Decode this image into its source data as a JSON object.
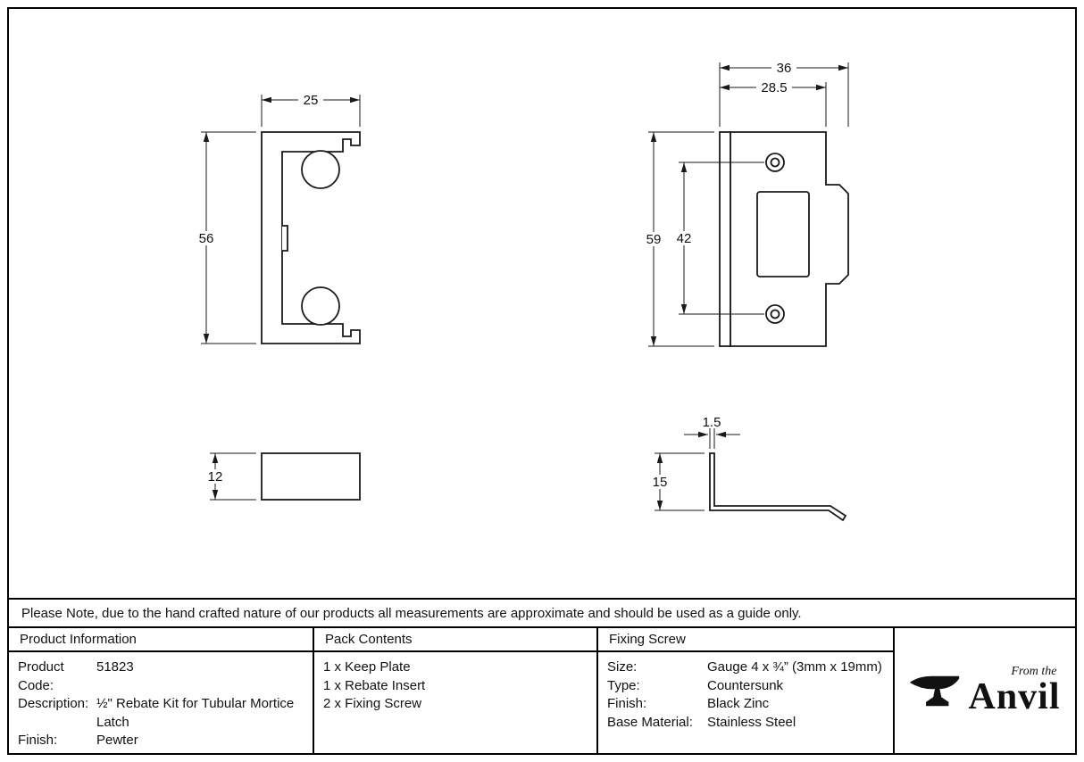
{
  "dimensions": {
    "insert_width": "25",
    "insert_height": "56",
    "plate_outer_width": "36",
    "plate_inner_width": "28.5",
    "plate_height": "59",
    "hole_spacing": "42",
    "insert_thickness": "12",
    "angle_thickness": "1.5",
    "angle_height": "15"
  },
  "note": "Please Note, due to the hand crafted nature of our products all measurements are approximate and should be used as a guide only.",
  "table": {
    "product": {
      "header": "Product Information",
      "rows": [
        {
          "label": "Product Code:",
          "value": "51823"
        },
        {
          "label": "Description:",
          "value": "½\" Rebate Kit for Tubular Mortice Latch"
        },
        {
          "label": "Finish:",
          "value": "Pewter"
        }
      ]
    },
    "pack": {
      "header": "Pack Contents",
      "items": [
        "1 x Keep Plate",
        "1 x Rebate Insert",
        "2 x Fixing Screw"
      ]
    },
    "screw": {
      "header": "Fixing Screw",
      "rows": [
        {
          "label": "Size:",
          "value": "Gauge 4 x ¾” (3mm x 19mm)"
        },
        {
          "label": "Type:",
          "value": "Countersunk"
        },
        {
          "label": "Finish:",
          "value": "Black Zinc"
        },
        {
          "label": "Base Material:",
          "value": "Stainless Steel"
        }
      ]
    },
    "logo": {
      "tagline": "From the",
      "brand": "Anvil"
    }
  }
}
